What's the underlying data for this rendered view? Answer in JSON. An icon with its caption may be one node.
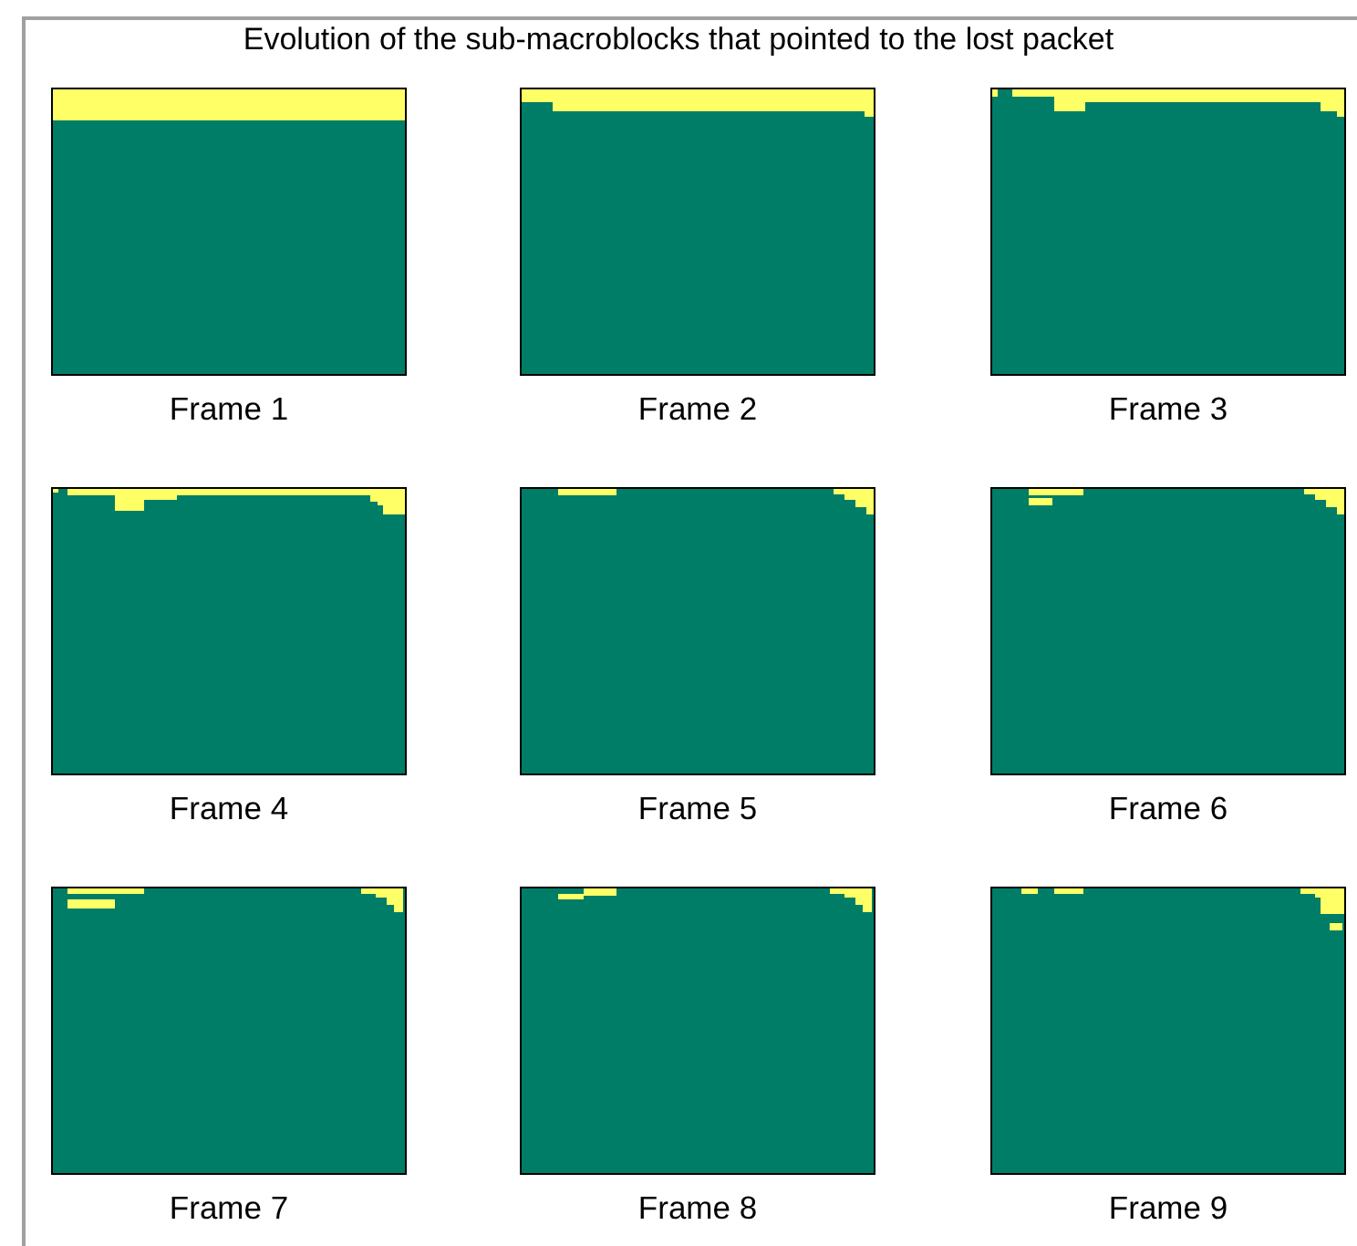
{
  "diagram": {
    "title": "Evolution of the sub-macroblocks that pointed to the lost packet",
    "nodes": [
      {
        "text": [
          "Frame 1"
        ]
      },
      {
        "text": [
          "Frame 2"
        ]
      },
      {
        "text": [
          "Frame 3"
        ]
      },
      {
        "text": [
          "Frame 4"
        ]
      },
      {
        "text": [
          "Frame 5"
        ]
      },
      {
        "text": [
          "Frame 6"
        ]
      },
      {
        "text": [
          "Frame 7"
        ]
      },
      {
        "text": [
          "Frame 8"
        ]
      },
      {
        "text": [
          "Frame 9"
        ]
      }
    ]
  }
}
